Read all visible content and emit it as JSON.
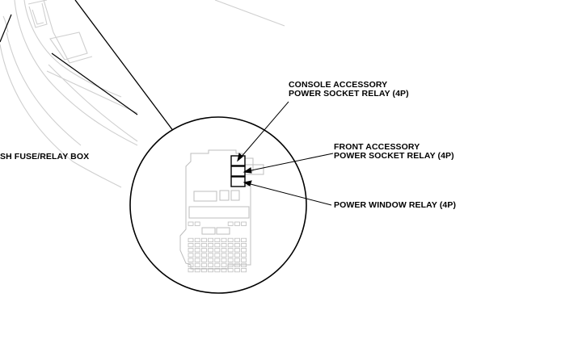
{
  "labels": {
    "dash_fuse_box": "SH FUSE/RELAY BOX",
    "console_relay": [
      "CONSOLE ACCESSORY",
      "POWER SOCKET RELAY (4P)"
    ],
    "front_relay": [
      "FRONT ACCESSORY",
      "POWER SOCKET RELAY (4P)"
    ],
    "power_window_relay": "POWER WINDOW RELAY (4P)"
  }
}
